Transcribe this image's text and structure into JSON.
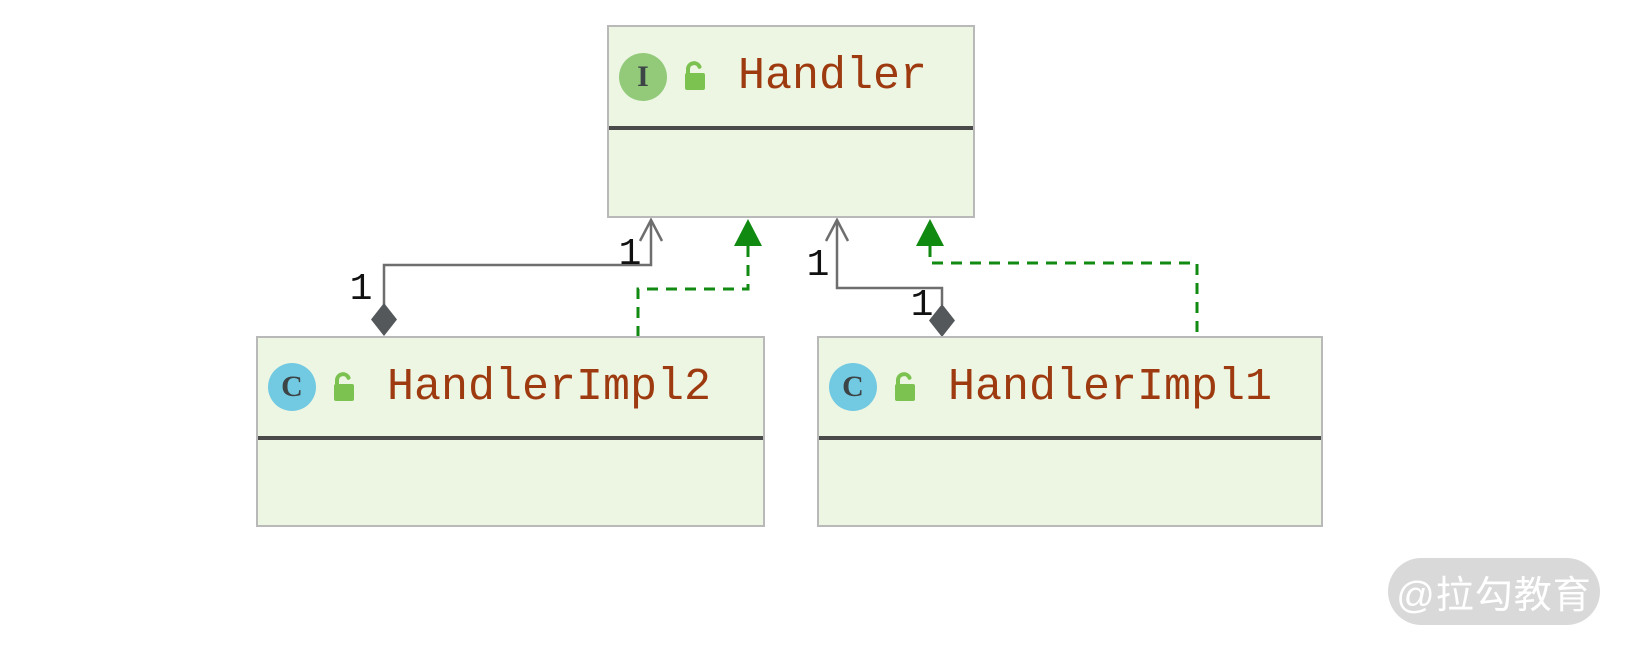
{
  "diagram": {
    "type": "uml-class-diagram",
    "nodes": [
      {
        "id": "handler",
        "kind": "interface",
        "badge": "I",
        "visibility": "public",
        "name": "Handler",
        "attributes": []
      },
      {
        "id": "handlerimpl2",
        "kind": "class",
        "badge": "C",
        "visibility": "public",
        "name": "HandlerImpl2",
        "attributes": []
      },
      {
        "id": "handlerimpl1",
        "kind": "class",
        "badge": "C",
        "visibility": "public",
        "name": "HandlerImpl1",
        "attributes": []
      }
    ],
    "edges": [
      {
        "type": "aggregation",
        "from": "HandlerImpl2",
        "to": "Handler",
        "labels": {
          "near_target": "1",
          "near_source": "1"
        }
      },
      {
        "type": "realization",
        "from": "HandlerImpl2",
        "to": "Handler"
      },
      {
        "type": "aggregation",
        "from": "HandlerImpl1",
        "to": "Handler",
        "labels": {
          "near_target": "1",
          "near_source": "1"
        }
      },
      {
        "type": "realization",
        "from": "HandlerImpl1",
        "to": "Handler"
      }
    ]
  },
  "watermark": {
    "text": "@拉勾教育"
  },
  "colors": {
    "node_fill": "#edf6e2",
    "node_border": "#b9b9b9",
    "separator": "#4a4a4a",
    "class_name_text": "#9e3a10",
    "interface_badge": "#92ca7a",
    "class_badge": "#72c9e2",
    "badge_letter": "#3d4446",
    "lock_green": "#7cc251",
    "aggregation_gray": "#6e6e6e",
    "diamond_gray": "#54585a",
    "realization_green": "#108a10",
    "multiplicity_text": "#111111",
    "watermark_bg": "#d9d9d9",
    "watermark_text": "#ffffff"
  }
}
